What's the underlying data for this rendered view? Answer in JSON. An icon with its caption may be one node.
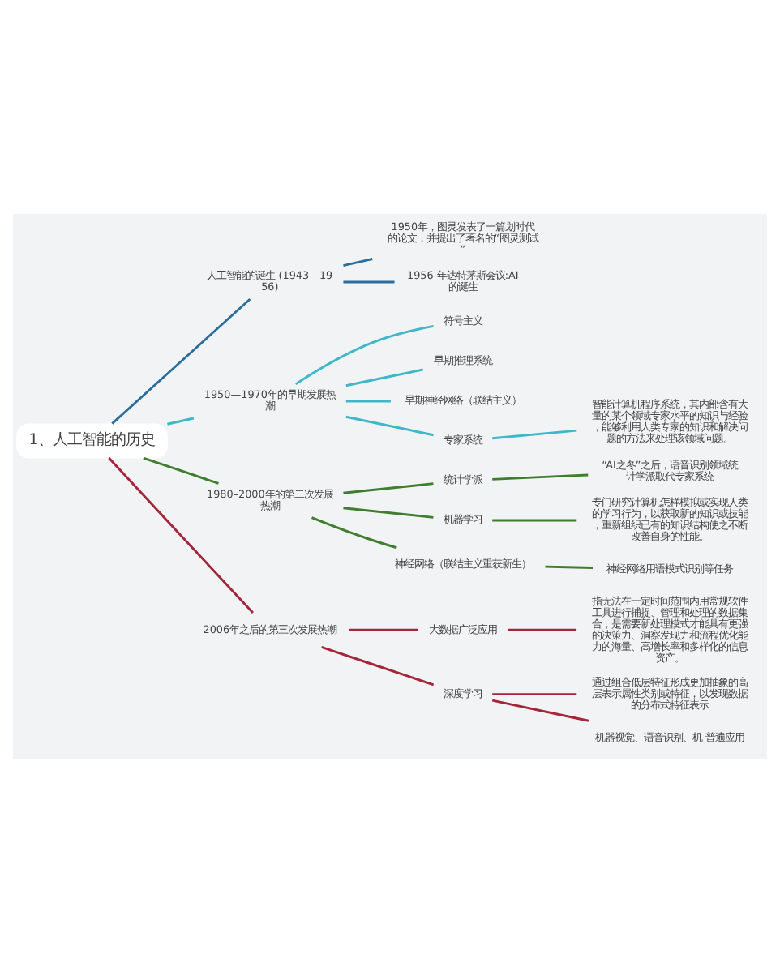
{
  "diagram": {
    "nodes": [
      {
        "text": [
          "1、人工智能的历史"
        ]
      },
      {
        "text": [
          "人工智能的诞生 (1943—1956)"
        ]
      },
      {
        "text": [
          "1950年，图灵发表了一篇划时代的论文，并提出了著名的“图灵测试”"
        ]
      },
      {
        "text": [
          "1956 年达特茅斯会议:AI 的诞生"
        ]
      },
      {
        "text": [
          "1950—1970年的早期发展热潮"
        ]
      },
      {
        "text": [
          "符号主义"
        ]
      },
      {
        "text": [
          "早期推理系统"
        ]
      },
      {
        "text": [
          "早期神经网络（联结主义）"
        ]
      },
      {
        "text": [
          "专家系统"
        ]
      },
      {
        "text": [
          "智能计算机程序系统，其内部含有大量的某个领域专家水平的知识与经验，能够利用人类专家的知识和解决问题的方法来处理该领域问题。"
        ]
      },
      {
        "text": [
          "1980–2000年的第二次发展热潮"
        ]
      },
      {
        "text": [
          "统计学派"
        ]
      },
      {
        "text": [
          "“AI之冬”之后，语音识别领域统计学派取代专家系统"
        ]
      },
      {
        "text": [
          "机器学习"
        ]
      },
      {
        "text": [
          "专门研究计算机怎样模拟或实现人类的学习行为，以获取新的知识或技能，重新组织已有的知识结构使之不断改善自身的性能。"
        ]
      },
      {
        "text": [
          "神经网络（联结主义重获新生）"
        ]
      },
      {
        "text": [
          "神经网络用语模式识别等任务"
        ]
      },
      {
        "text": [
          "2006年之后的第三次发展热潮"
        ]
      },
      {
        "text": [
          "大数据广泛应用"
        ]
      },
      {
        "text": [
          "指无法在一定时间范围内用常规软件工具进行捕捉、管理和处理的数据集合，是需要新处理模式才能具有更强的决策力、洞察发现力和流程优化能力的海量、高增长率和多样化的信息资产。"
        ]
      },
      {
        "text": [
          "深度学习"
        ]
      },
      {
        "text": [
          "通过组合低层特征形成更加抽象的高层表示属性类别或特征，以发现数据的分布式特征表示"
        ]
      },
      {
        "text": [
          "机器视觉、语音识别、机 普遍应用"
        ]
      }
    ],
    "edges": [
      {
        "from": 0,
        "to": 1,
        "arrow": "none",
        "color": "#2b6e9c"
      },
      {
        "from": 1,
        "to": 2,
        "arrow": "none",
        "color": "#2b6e9c"
      },
      {
        "from": 1,
        "to": 3,
        "arrow": "none",
        "color": "#2b6e9c"
      },
      {
        "from": 0,
        "to": 4,
        "arrow": "none",
        "color": "#3cb8c9"
      },
      {
        "from": 4,
        "to": 5,
        "arrow": "none",
        "color": "#3cb8c9"
      },
      {
        "from": 4,
        "to": 6,
        "arrow": "none",
        "color": "#3cb8c9"
      },
      {
        "from": 4,
        "to": 7,
        "arrow": "none",
        "color": "#3cb8c9"
      },
      {
        "from": 4,
        "to": 8,
        "arrow": "none",
        "color": "#3cb8c9"
      },
      {
        "from": 8,
        "to": 9,
        "arrow": "none",
        "color": "#3cb8c9"
      },
      {
        "from": 0,
        "to": 10,
        "arrow": "none",
        "color": "#3f7d2f"
      },
      {
        "from": 10,
        "to": 11,
        "arrow": "none",
        "color": "#3f7d2f"
      },
      {
        "from": 11,
        "to": 12,
        "arrow": "none",
        "color": "#3f7d2f"
      },
      {
        "from": 10,
        "to": 13,
        "arrow": "none",
        "color": "#3f7d2f"
      },
      {
        "from": 13,
        "to": 14,
        "arrow": "none",
        "color": "#3f7d2f"
      },
      {
        "from": 10,
        "to": 15,
        "arrow": "none",
        "color": "#3f7d2f"
      },
      {
        "from": 15,
        "to": 16,
        "arrow": "none",
        "color": "#3f7d2f"
      },
      {
        "from": 0,
        "to": 17,
        "arrow": "none",
        "color": "#a3263a"
      },
      {
        "from": 17,
        "to": 18,
        "arrow": "none",
        "color": "#a3263a"
      },
      {
        "from": 18,
        "to": 19,
        "arrow": "none",
        "color": "#a3263a"
      },
      {
        "from": 17,
        "to": 20,
        "arrow": "none",
        "color": "#a3263a"
      },
      {
        "from": 20,
        "to": 21,
        "arrow": "none",
        "color": "#a3263a"
      },
      {
        "from": 20,
        "to": 22,
        "arrow": "none",
        "color": "#a3263a"
      }
    ]
  }
}
